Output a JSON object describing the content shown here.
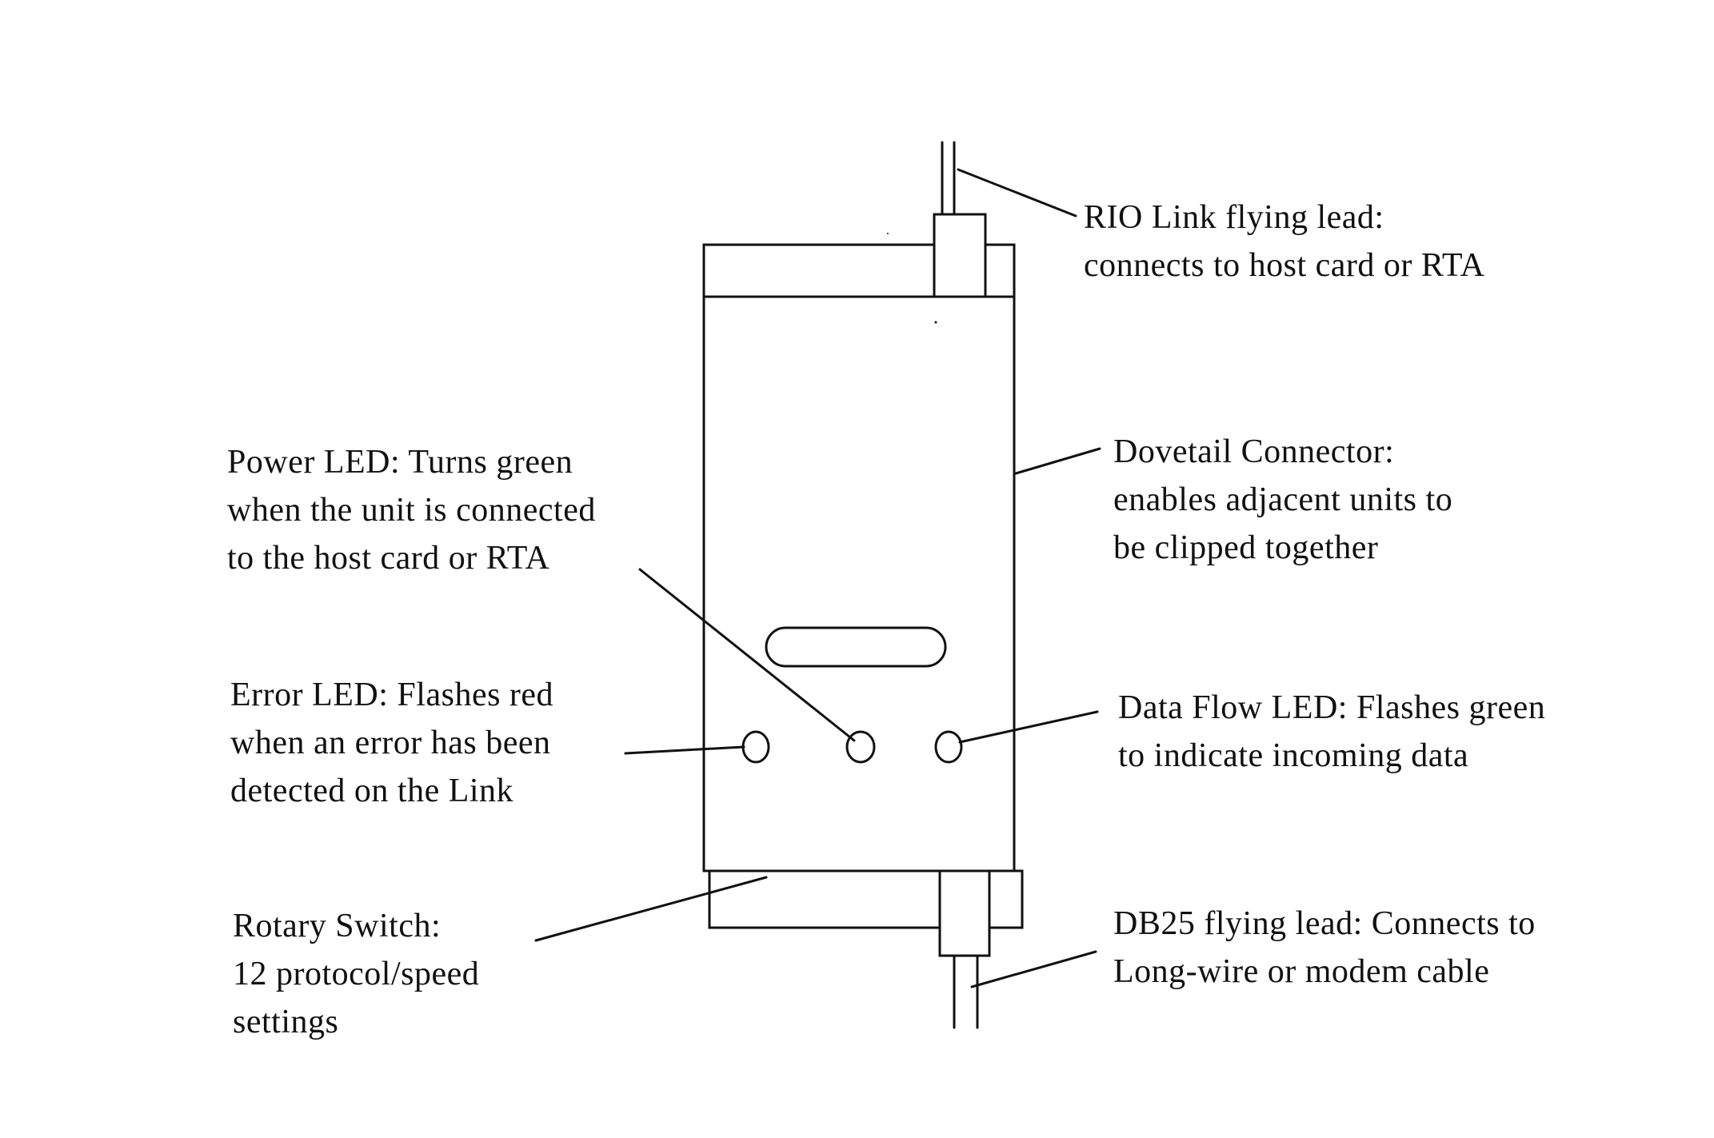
{
  "labels": {
    "rio_link": [
      "RIO Link flying lead:",
      "connects to host card or RTA"
    ],
    "dovetail": [
      "Dovetail Connector:",
      "enables adjacent units to",
      "be clipped together"
    ],
    "power_led": [
      "Power LED: Turns green",
      "when the unit is connected",
      "to the host card or RTA"
    ],
    "error_led": [
      "Error LED: Flashes red",
      "when an error has been",
      "detected on the Link"
    ],
    "data_flow_led": [
      "Data Flow LED: Flashes green",
      "to indicate incoming data"
    ],
    "rotary_switch": [
      "Rotary Switch:",
      "12 protocol/speed",
      "settings"
    ],
    "db25_lead": [
      "DB25 flying lead: Connects to",
      "Long-wire or modem cable"
    ]
  }
}
